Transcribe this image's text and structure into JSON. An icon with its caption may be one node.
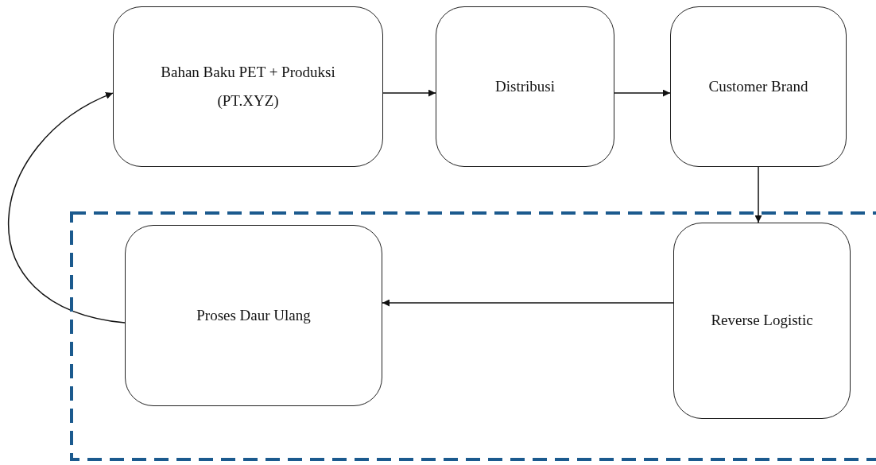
{
  "diagram": {
    "nodes": [
      {
        "text": [
          "Bahan Baku PET + Produksi (PT.XYZ)"
        ]
      },
      {
        "text": [
          "Distribusi"
        ]
      },
      {
        "text": [
          "Customer Brand"
        ]
      },
      {
        "text": [],
        "shape": "box"
      },
      {
        "text": [
          "Proses Daur Ulang"
        ],
        "in": 3
      },
      {
        "text": [
          "Reverse Logistic"
        ],
        "in": 3
      }
    ],
    "edges": [
      {
        "from": 0,
        "to": 1,
        "arrow": "to"
      },
      {
        "from": 1,
        "to": 2,
        "arrow": "to"
      },
      {
        "from": 2,
        "to": 5,
        "arrow": "to"
      },
      {
        "from": 5,
        "to": 4,
        "arrow": "to"
      },
      {
        "from": 4,
        "to": 0,
        "arrow": "to"
      }
    ]
  }
}
